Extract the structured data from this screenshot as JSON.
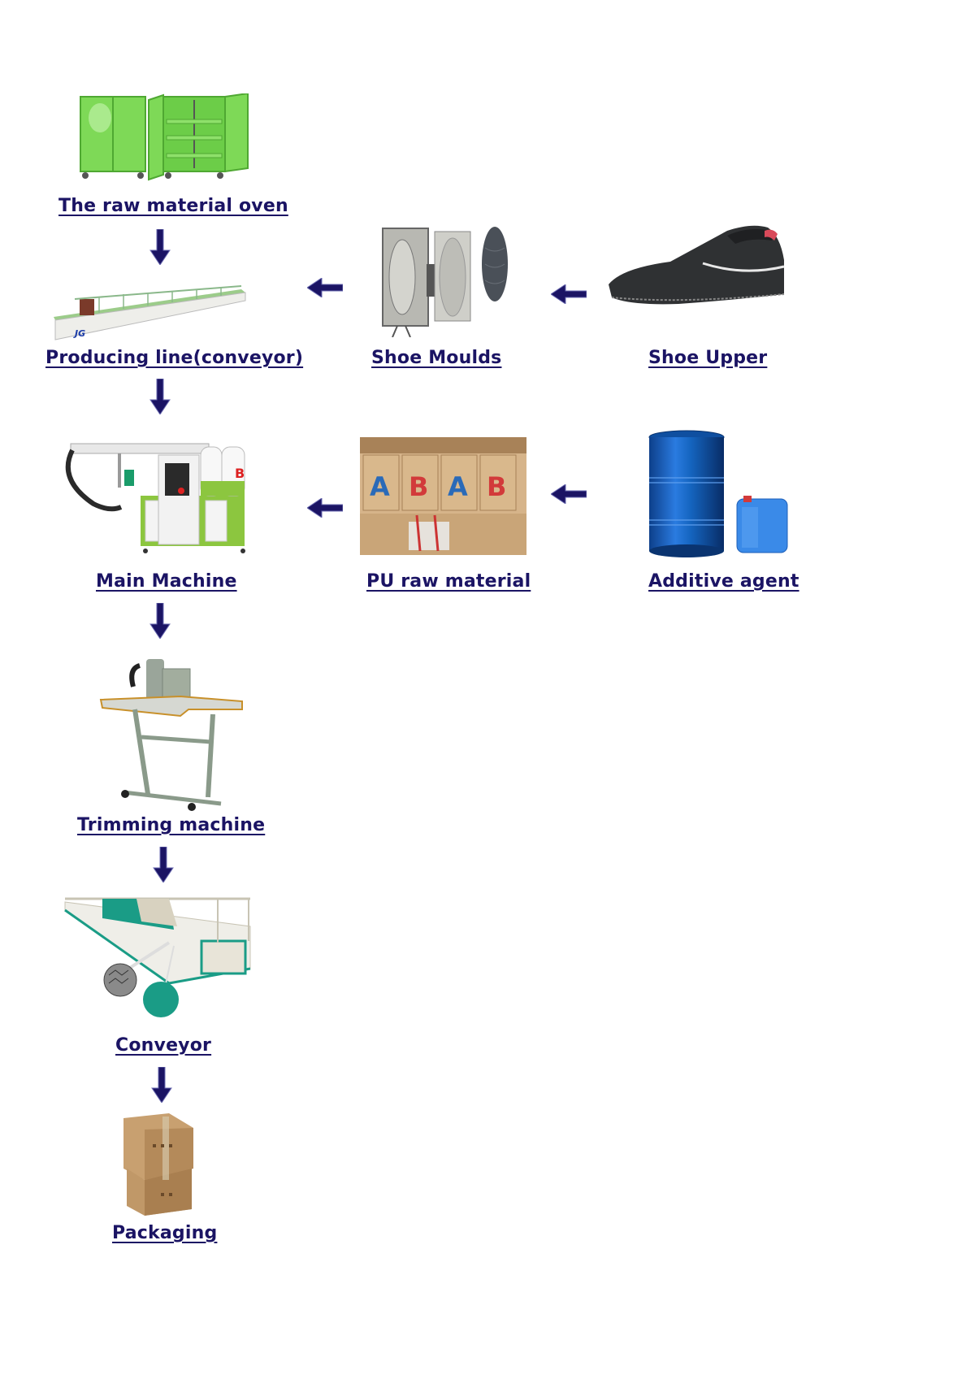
{
  "title": "PU shoe sole production process flow",
  "colors": {
    "label": "#1b1464",
    "arrow": "#1b1464",
    "oven_green": "#7ed957",
    "machine_green": "#8cc63f",
    "conveyor_teal": "#1a9c86",
    "drum_blue": "#1565c0",
    "carton": "#c8a070"
  },
  "steps": [
    {
      "id": "oven",
      "label": "The raw material oven",
      "image": "green-oven-cabinets"
    },
    {
      "id": "producing-line",
      "label": "Producing line(conveyor)",
      "image": "long-conveyor-line"
    },
    {
      "id": "main-machine",
      "label": "Main Machine",
      "image": "pu-pouring-machine"
    },
    {
      "id": "trimming",
      "label": "Trimming machine",
      "image": "trimming-machine-table"
    },
    {
      "id": "conveyor",
      "label": "Conveyor",
      "image": "teal-conveyor"
    },
    {
      "id": "packaging",
      "label": "Packaging",
      "image": "cardboard-boxes"
    }
  ],
  "inputs": [
    {
      "id": "shoe-moulds",
      "label": "Shoe Moulds",
      "image": "aluminium-sole-mould",
      "feeds": "producing-line"
    },
    {
      "id": "shoe-upper",
      "label": "Shoe Upper",
      "image": "black-leather-upper",
      "feeds": "shoe-moulds"
    },
    {
      "id": "pu-raw",
      "label": "PU raw material",
      "image": "ab-cartons",
      "feeds": "main-machine"
    },
    {
      "id": "additive",
      "label": "Additive agent",
      "image": "blue-drum-and-jerrycan",
      "feeds": "pu-raw"
    }
  ],
  "carton_letters": {
    "a": "A",
    "b": "B"
  },
  "logo_text": "JG"
}
